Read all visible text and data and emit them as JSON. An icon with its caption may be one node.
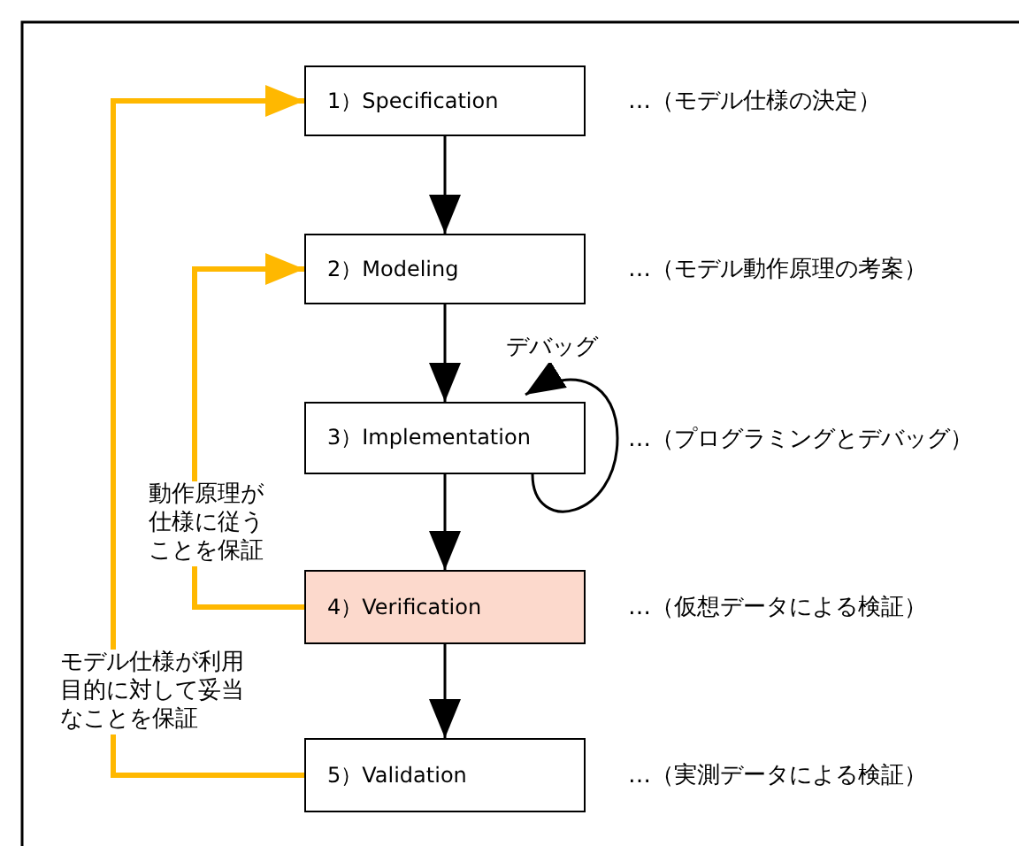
{
  "diagram": {
    "nodes": [
      {
        "text": [
          "1）Specification"
        ],
        "beside": [
          "…（モデル仕様の決定）"
        ]
      },
      {
        "text": [
          "2）Modeling"
        ],
        "beside": [
          "…（モデル動作原理の考案）"
        ]
      },
      {
        "text": [
          "3）Implementation"
        ],
        "beside": [
          "…（プログラミングとデバッグ）"
        ]
      },
      {
        "text": [
          "4）Verification"
        ],
        "beside": [
          "…（仮想データによる検証）"
        ]
      },
      {
        "text": [
          "5）Validation"
        ],
        "beside": [
          "…（実測データによる検証）"
        ]
      }
    ],
    "edges": [
      {
        "from": 0,
        "to": 1,
        "arrow": "to"
      },
      {
        "from": 1,
        "to": 2,
        "arrow": "to"
      },
      {
        "from": 2,
        "to": 3,
        "arrow": "to"
      },
      {
        "from": 3,
        "to": 4,
        "arrow": "to"
      },
      {
        "from": 2,
        "to": 2,
        "arrow": "to",
        "label": "デバッグ"
      },
      {
        "from": 3,
        "to": 1,
        "arrow": "to",
        "color": "#ffb800",
        "style": "thick",
        "label": "動作原理が仕様に従うことを保証"
      },
      {
        "from": 4,
        "to": 0,
        "arrow": "to",
        "color": "#ffb800",
        "style": "thick",
        "label": "モデル仕様が利用目的に対して妥当なことを保証"
      }
    ]
  }
}
